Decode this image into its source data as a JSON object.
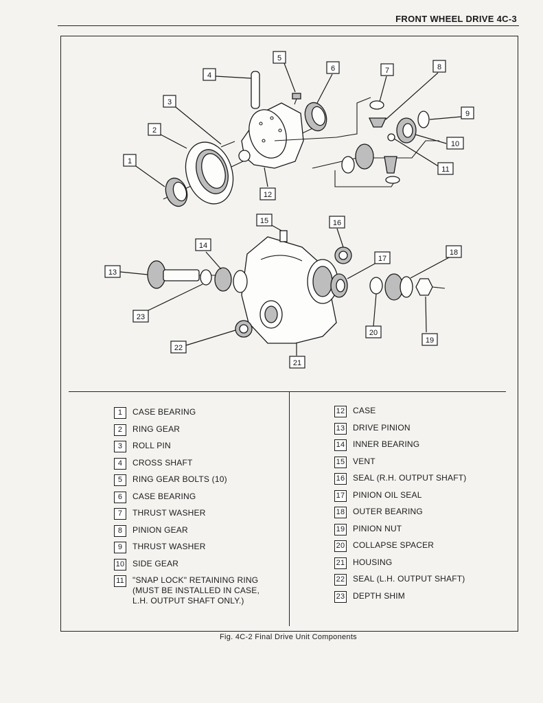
{
  "header": {
    "title": "FRONT WHEEL DRIVE  4C-3"
  },
  "legend": {
    "left": [
      {
        "num": "1",
        "label": "CASE BEARING"
      },
      {
        "num": "2",
        "label": "RING GEAR"
      },
      {
        "num": "3",
        "label": "ROLL PIN"
      },
      {
        "num": "4",
        "label": "CROSS SHAFT"
      },
      {
        "num": "5",
        "label": "RING GEAR BOLTS (10)"
      },
      {
        "num": "6",
        "label": "CASE BEARING"
      },
      {
        "num": "7",
        "label": "THRUST WASHER"
      },
      {
        "num": "8",
        "label": "PINION GEAR"
      },
      {
        "num": "9",
        "label": "THRUST WASHER"
      },
      {
        "num": "10",
        "label": "SIDE GEAR"
      },
      {
        "num": "11",
        "label": "\"SNAP LOCK\" RETAINING RING (MUST BE INSTALLED IN CASE, L.H. OUTPUT SHAFT ONLY.)"
      }
    ],
    "right": [
      {
        "num": "12",
        "label": "CASE"
      },
      {
        "num": "13",
        "label": "DRIVE PINION"
      },
      {
        "num": "14",
        "label": "INNER BEARING"
      },
      {
        "num": "15",
        "label": "VENT"
      },
      {
        "num": "16",
        "label": "SEAL (R.H. OUTPUT SHAFT)"
      },
      {
        "num": "17",
        "label": "PINION OIL SEAL"
      },
      {
        "num": "18",
        "label": "OUTER BEARING"
      },
      {
        "num": "19",
        "label": "PINION NUT"
      },
      {
        "num": "20",
        "label": "COLLAPSE SPACER"
      },
      {
        "num": "21",
        "label": "HOUSING"
      },
      {
        "num": "22",
        "label": "SEAL (L.H. OUTPUT SHAFT)"
      },
      {
        "num": "23",
        "label": "DEPTH SHIM"
      }
    ]
  },
  "callouts": {
    "c1": "1",
    "c2": "2",
    "c3": "3",
    "c4": "4",
    "c5": "5",
    "c6": "6",
    "c7": "7",
    "c8": "8",
    "c9": "9",
    "c10": "10",
    "c11": "11",
    "c12": "12",
    "c13": "13",
    "c14": "14",
    "c15": "15",
    "c16": "16",
    "c17": "17",
    "c18": "18",
    "c19": "19",
    "c20": "20",
    "c21": "21",
    "c22": "22",
    "c23": "23"
  },
  "caption": "Fig. 4C-2 Final Drive Unit Components"
}
